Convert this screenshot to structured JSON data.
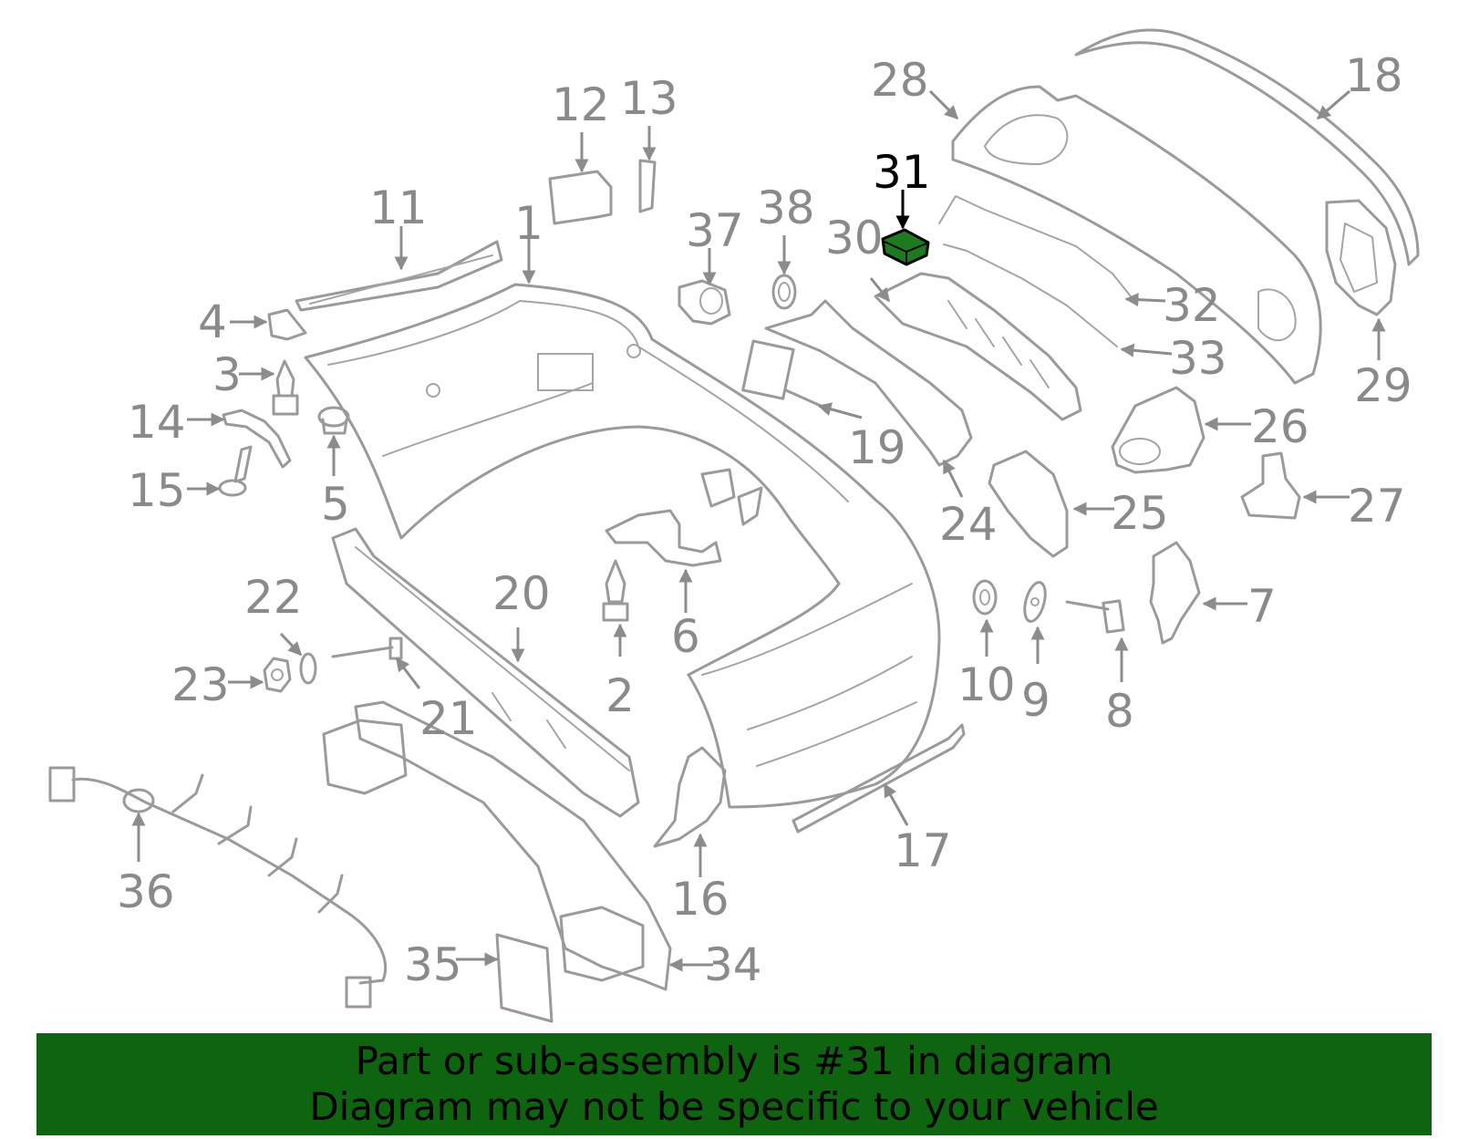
{
  "diagram": {
    "highlight_color": "#1e7a1e",
    "line_color": "#9a9a9a",
    "highlighted_part": "31",
    "callouts": [
      "1",
      "2",
      "3",
      "4",
      "5",
      "6",
      "7",
      "8",
      "9",
      "10",
      "11",
      "12",
      "13",
      "14",
      "15",
      "16",
      "17",
      "18",
      "19",
      "20",
      "21",
      "22",
      "23",
      "24",
      "25",
      "26",
      "27",
      "28",
      "29",
      "30",
      "31",
      "32",
      "33",
      "34",
      "35",
      "36",
      "37",
      "38"
    ]
  },
  "banner": {
    "background": "#0f6410",
    "line1": "Part or sub-assembly is #31 in diagram",
    "line2": "Diagram may not be specific to your vehicle"
  }
}
